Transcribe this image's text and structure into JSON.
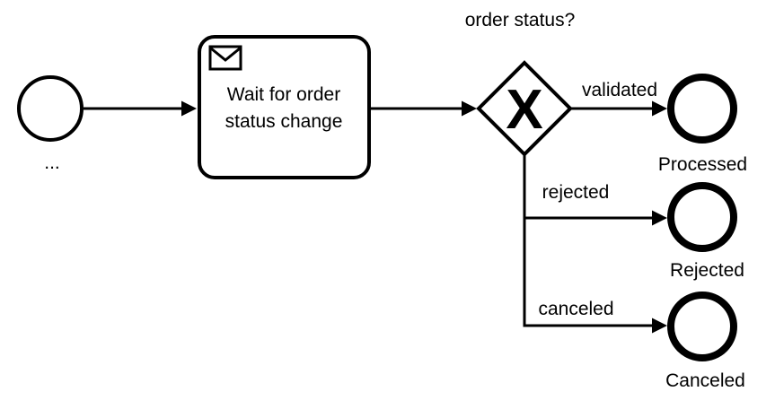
{
  "colors": {
    "stroke": "#000000",
    "fill": "#ffffff"
  },
  "nodes": {
    "start_event": {
      "shape": "thin-circle",
      "label": "..."
    },
    "wait_task": {
      "shape": "rounded-rectangle",
      "icon": "message-envelope-icon",
      "label": "Wait for order status change"
    },
    "gateway": {
      "shape": "diamond",
      "marker": "X",
      "label": "order status?"
    },
    "end_processed": {
      "shape": "thick-circle",
      "label": "Processed"
    },
    "end_rejected": {
      "shape": "thick-circle",
      "label": "Rejected"
    },
    "end_canceled": {
      "shape": "thick-circle",
      "label": "Canceled"
    }
  },
  "flows": {
    "start_to_task": {
      "from": "start_event",
      "to": "wait_task",
      "label": ""
    },
    "task_to_gateway": {
      "from": "wait_task",
      "to": "gateway",
      "label": ""
    },
    "validated": {
      "from": "gateway",
      "to": "end_processed",
      "label": "validated"
    },
    "rejected": {
      "from": "gateway",
      "to": "end_rejected",
      "label": "rejected"
    },
    "canceled": {
      "from": "gateway",
      "to": "end_canceled",
      "label": "canceled"
    }
  }
}
